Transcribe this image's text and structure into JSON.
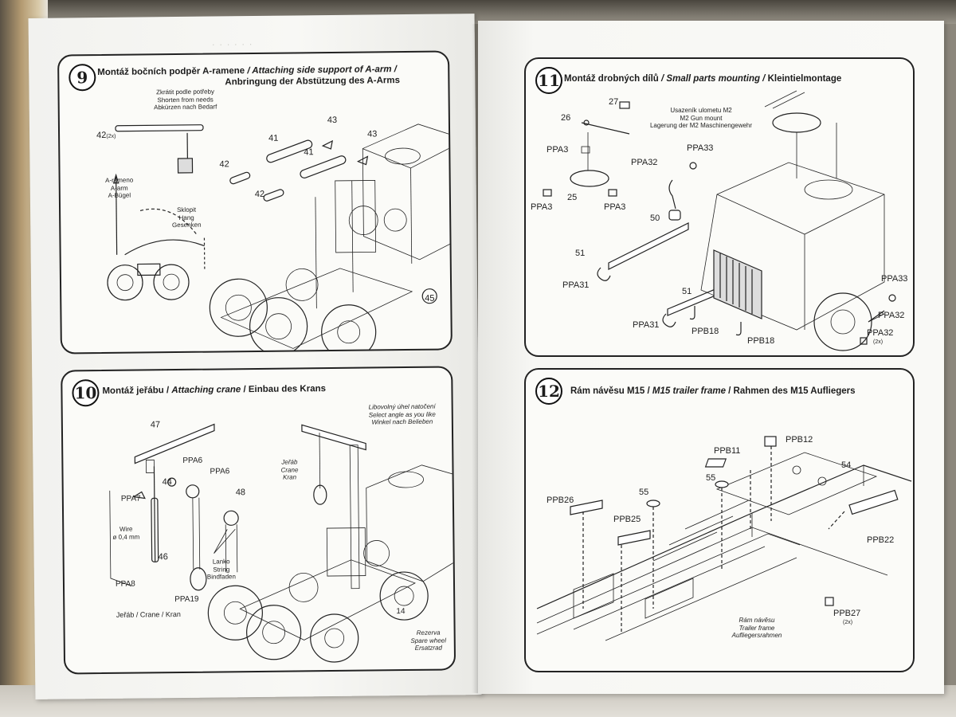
{
  "step9": {
    "number": "9",
    "title_cz": "Montáž bočních podpěr A-ramene",
    "title_en": "/ Attaching side support of A-arm /",
    "title_de": "Anbringung der Abstützung des A-Arms",
    "shorten_note": [
      "Zkrátit podle potřeby",
      "Shorten from needs",
      "Abkürzen nach Bedarf"
    ],
    "part42_label": "42",
    "part42_qty": "(2x)",
    "aarm_note": [
      "A-rameno",
      "A-arm",
      "A-Bügel"
    ],
    "fold_note": [
      "Sklopit",
      "Hang",
      "Gesenken"
    ],
    "parts": [
      "41",
      "43",
      "42",
      "41",
      "43",
      "42",
      "45"
    ]
  },
  "step10": {
    "number": "10",
    "title": "Montáž jeřábu / Attaching crane / Einbau des Krans",
    "title_cz": "Montáž jeřábu",
    "title_en": "Attaching crane",
    "title_de": "Einbau des Krans",
    "angle_note": [
      "Libovolný úhel natočení",
      "Select angle as you like",
      "Winkel nach Belieben"
    ],
    "crane_note": [
      "Jeřáb",
      "Crane",
      "Kran"
    ],
    "wire_note": [
      "Wire",
      "ø 0,4 mm"
    ],
    "string_note": [
      "Lanko",
      "String",
      "Bindfaden"
    ],
    "bottom_note": "Jeřáb / Crane / Kran",
    "spare_note": [
      "Rezerva",
      "Spare wheel",
      "Ersatzrad"
    ],
    "parts": [
      "47",
      "44",
      "PPA6",
      "PPA6",
      "48",
      "PPA7",
      "46",
      "PPA8",
      "PPA19",
      "14"
    ]
  },
  "step11": {
    "number": "11",
    "title_cz": "Montáž drobných dílů",
    "title_en": "/ Small parts mounting /",
    "title_de": "Kleintielmontage",
    "gun_note": [
      "Usazeník ulometu M2",
      "M2 Gun mount",
      "Lagerung der M2 Maschinengewehr"
    ],
    "parts": [
      "27",
      "26",
      "PPA3",
      "PPA33",
      "PPA32",
      "PPA3",
      "25",
      "PPA3",
      "50",
      "51",
      "PPA31",
      "51",
      "PPA31",
      "PPB18",
      "PPB18",
      "PPA33",
      "PPA32",
      "PPA32"
    ],
    "qty_2x": "(2x)"
  },
  "step12": {
    "number": "12",
    "title_cz": "Rám návěsu M15 /",
    "title_en": "M15 trailer frame",
    "title_de": "/ Rahmen des M15 Aufliegers",
    "frame_note": [
      "Rám návěsu",
      "Trailer frame",
      "Aufliegersrahmen"
    ],
    "parts": [
      "PPB11",
      "PPB12",
      "54",
      "55",
      "55",
      "PPB26",
      "PPB25",
      "PPB22",
      "PPB27"
    ],
    "qty_2x": "(2x)"
  }
}
